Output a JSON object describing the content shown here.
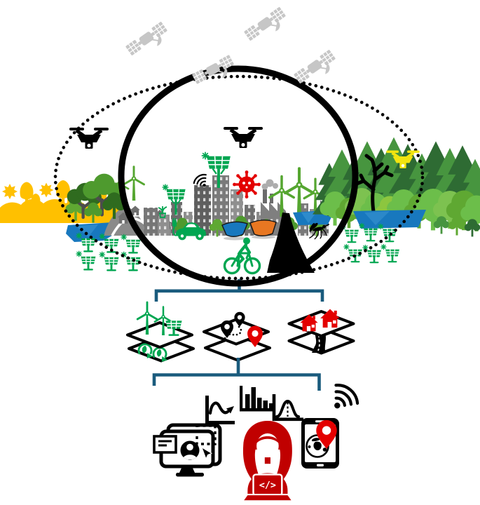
{
  "palette": {
    "black": "#000000",
    "satellite_gray": "#C6C6C6",
    "connector": "#1A5B7D",
    "drought_yellow": "#FFC000",
    "bright_green": "#00A651",
    "turbine_green": "#55A630",
    "tree_dark": "#2F6B1F",
    "tree_mid": "#4E9A2E",
    "tree_light": "#5FA832",
    "forest_dark": "#2E6B33",
    "forest_mid": "#47953F",
    "forest_light": "#6CBE4A",
    "forest_lighter": "#8CC63F",
    "canopy_light": "#7DC250",
    "water_blue": "#1878BE",
    "water_light": "#3E97D4",
    "boat_orange": "#E87722",
    "alert_red": "#E30000",
    "coder_red": "#C00000",
    "building_gray": "#7F7F7F",
    "hill_gray": "#8A8A8A",
    "house_gray": "#6E6E6E",
    "smoke_gray": "#ADADAD",
    "drone_yellow": "#F2E410"
  },
  "scene": {
    "space": {
      "satellite_count": 4
    },
    "aerial": {
      "black_drone_count": 2,
      "yellow_drone_count": 1
    },
    "observed_environment": [
      "drought-hills",
      "suns",
      "yellow-trees",
      "green-trees",
      "wind-turbines",
      "solar-farms",
      "city-buildings",
      "smart-solar-panels",
      "wifi-antenna",
      "virus",
      "factory",
      "rivers-lakes",
      "boats",
      "electric-car",
      "cyclist",
      "flood-plume",
      "mosquito",
      "forest",
      "dead-tree"
    ]
  },
  "gis_stacks": [
    {
      "name": "renewables-layer",
      "items": [
        "wind-turbine",
        "wind-turbine",
        "solar-panel",
        "eco-cycle",
        "eco-cycle"
      ]
    },
    {
      "name": "route-layer",
      "items": [
        "map-pin",
        "map-pin",
        "dotted-route",
        "destination-pin"
      ]
    },
    {
      "name": "settlement-layer",
      "items": [
        "red-house",
        "red-house",
        "road"
      ]
    }
  ],
  "analytics": [
    "workstation-user",
    "trend-line-chart",
    "bar-chart",
    "distribution-chart",
    "wireless-signal",
    "mobile-mapping-app",
    "female-developer"
  ],
  "coder": {
    "code_label": "</>"
  }
}
